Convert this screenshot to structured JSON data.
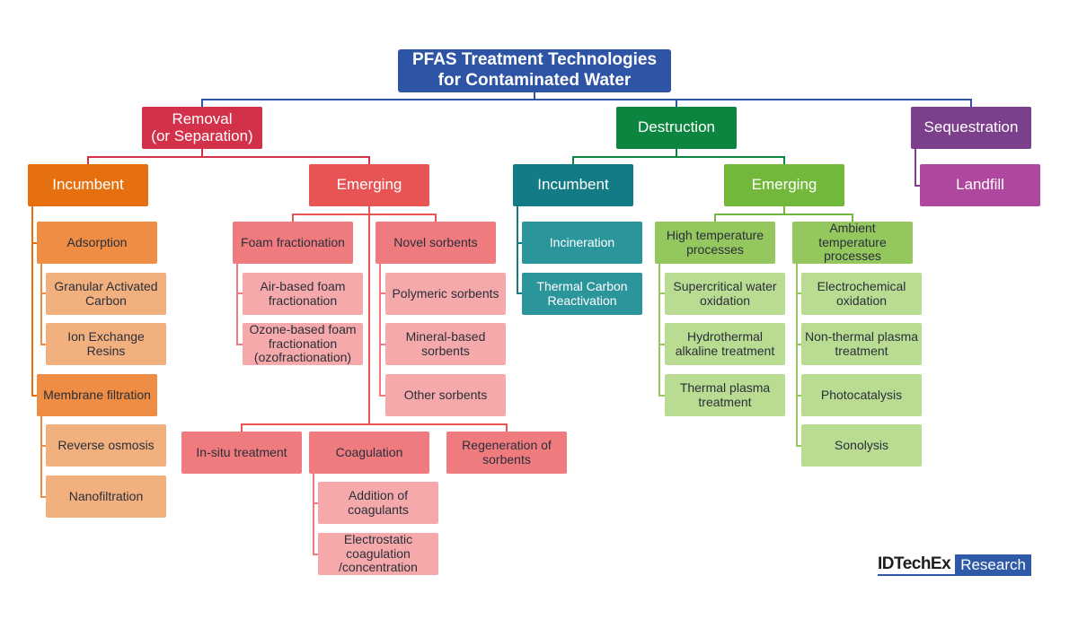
{
  "title": "PFAS Treatment Technologies\nfor Contaminated Water",
  "colors": {
    "root": "#2e54a6",
    "removal": "#d3304a",
    "removal_incumbent": "#e6700f",
    "removal_incumbent_sub": "#ee8d43",
    "removal_incumbent_leaf": "#f2b07e",
    "removal_emerging": "#e85454",
    "removal_emerging_sub": "#f07b7e",
    "removal_emerging_leaf": "#f5a9ab",
    "destruction": "#0c8540",
    "destruction_incumbent": "#127b85",
    "destruction_incumbent_leaf": "#2b959c",
    "destruction_emerging": "#72b83a",
    "destruction_emerging_sub": "#94c75e",
    "destruction_emerging_leaf": "#b9dc92",
    "sequestration": "#7b3f8c",
    "sequestration_leaf": "#b0479e"
  },
  "branches": {
    "removal": {
      "label": "Removal\n(or Separation)",
      "incumbent": {
        "label": "Incumbent",
        "adsorption": {
          "label": "Adsorption",
          "items": [
            "Granular Activated\nCarbon",
            "Ion Exchange Resins"
          ]
        },
        "membrane": {
          "label": "Membrane filtration",
          "items": [
            "Reverse osmosis",
            "Nanofiltration"
          ]
        }
      },
      "emerging": {
        "label": "Emerging",
        "foam": {
          "label": "Foam fractionation",
          "items": [
            "Air-based foam\nfractionation",
            "Ozone-based foam\nfractionation\n(ozofractionation)"
          ]
        },
        "sorbents": {
          "label": "Novel sorbents",
          "items": [
            "Polymeric sorbents",
            "Mineral-based\nsorbents",
            "Other sorbents"
          ]
        },
        "insitu": "In-situ treatment",
        "coagulation": {
          "label": "Coagulation",
          "items": [
            "Addition of\ncoagulants",
            "Electrostatic\ncoagulation\n/concentration"
          ]
        },
        "regeneration": "Regeneration of\nsorbents"
      }
    },
    "destruction": {
      "label": "Destruction",
      "incumbent": {
        "label": "Incumbent",
        "items": [
          "Incineration",
          "Thermal Carbon\nReactivation"
        ]
      },
      "emerging": {
        "label": "Emerging",
        "high_temp": {
          "label": "High temperature\nprocesses",
          "items": [
            "Supercritical water\noxidation",
            "Hydrothermal\nalkaline treatment",
            "Thermal plasma\ntreatment"
          ]
        },
        "ambient_temp": {
          "label": "Ambient\ntemperature\nprocesses",
          "items": [
            "Electrochemical\noxidation",
            "Non-thermal plasma\ntreatment",
            "Photocatalysis",
            "Sonolysis"
          ]
        }
      }
    },
    "sequestration": {
      "label": "Sequestration",
      "items": [
        "Landfill"
      ]
    }
  },
  "brand": {
    "name": "IDTechEx",
    "division": "Research"
  }
}
